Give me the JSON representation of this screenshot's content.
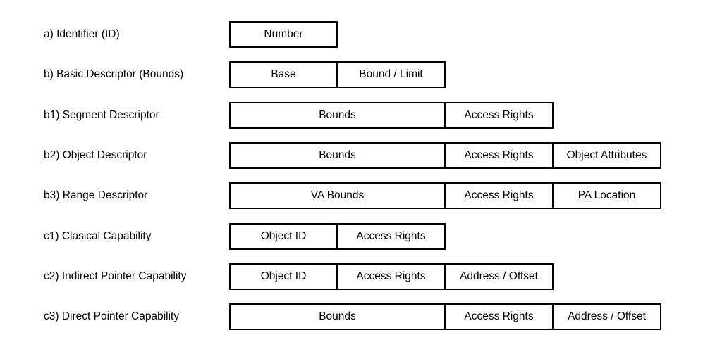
{
  "rows": [
    {
      "label": "a) Identifier (ID)",
      "fields": [
        {
          "text": "Number",
          "units": 1
        }
      ]
    },
    {
      "label": "b) Basic Descriptor (Bounds)",
      "fields": [
        {
          "text": "Base",
          "units": 1
        },
        {
          "text": "Bound / Limit",
          "units": 1
        }
      ]
    },
    {
      "label": "b1) Segment Descriptor",
      "fields": [
        {
          "text": "Bounds",
          "units": 2
        },
        {
          "text": "Access Rights",
          "units": 1
        }
      ]
    },
    {
      "label": "b2) Object Descriptor",
      "fields": [
        {
          "text": "Bounds",
          "units": 2
        },
        {
          "text": "Access Rights",
          "units": 1
        },
        {
          "text": "Object Attributes",
          "units": 1
        }
      ]
    },
    {
      "label": "b3) Range Descriptor",
      "fields": [
        {
          "text": "VA Bounds",
          "units": 2
        },
        {
          "text": "Access Rights",
          "units": 1
        },
        {
          "text": "PA Location",
          "units": 1
        }
      ]
    },
    {
      "label": "c1) Clasical Capability",
      "fields": [
        {
          "text": "Object ID",
          "units": 1
        },
        {
          "text": "Access Rights",
          "units": 1
        }
      ]
    },
    {
      "label": "c2) Indirect Pointer Capability",
      "fields": [
        {
          "text": "Object ID",
          "units": 1
        },
        {
          "text": "Access Rights",
          "units": 1
        },
        {
          "text": "Address / Offset",
          "units": 1
        }
      ]
    },
    {
      "label": "c3) Direct Pointer Capability",
      "fields": [
        {
          "text": "Bounds",
          "units": 2
        },
        {
          "text": "Access Rights",
          "units": 1
        },
        {
          "text": "Address / Offset",
          "units": 1
        }
      ]
    }
  ]
}
